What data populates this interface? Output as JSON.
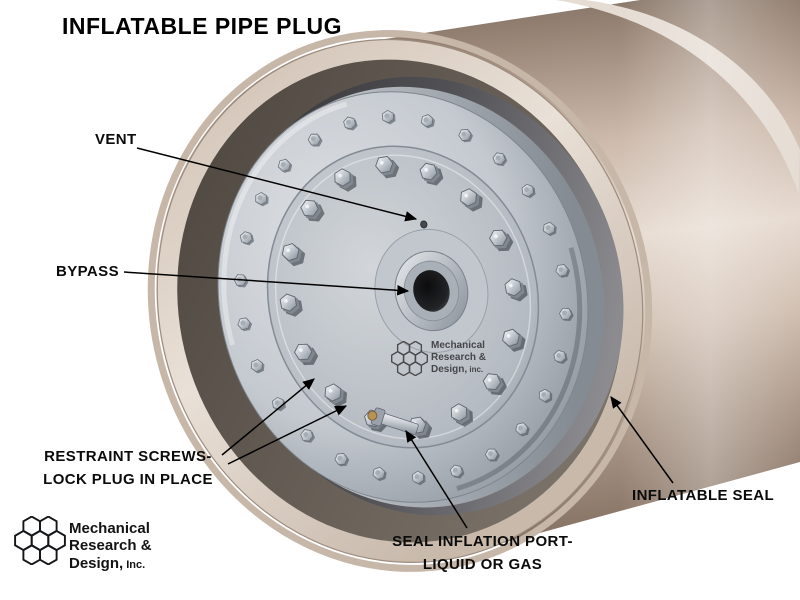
{
  "title": "INFLATABLE PIPE PLUG",
  "labels": {
    "vent": "VENT",
    "bypass": "BYPASS",
    "restraint_line1": "RESTRAINT SCREWS-",
    "restraint_line2": "LOCK PLUG IN PLACE",
    "inflatable_seal": "INFLATABLE SEAL",
    "inflation_port_line1": "SEAL INFLATION PORT-",
    "inflation_port_line2": "LIQUID OR GAS"
  },
  "watermark": {
    "icon": "hexagon-cluster-logo",
    "line1": "Mechanical",
    "line2": "Research &",
    "line3_main": "Design,",
    "line3_suffix": " inc."
  },
  "footer_logo": {
    "icon": "hexagon-cluster-logo",
    "line1": "Mechanical",
    "line2": "Research &",
    "line3_main": "Design,",
    "line3_suffix": " Inc."
  },
  "colors": {
    "background": "#ffffff",
    "pipe_metal": "#c9b6a7",
    "pipe_cut_face": "#ddd0c4",
    "plug_face": "#c4c9cf",
    "inflatable_seal": "#48484c",
    "brass_fitting": "#b89355",
    "label_text": "#0b0b0b",
    "arrow": "#000000"
  }
}
